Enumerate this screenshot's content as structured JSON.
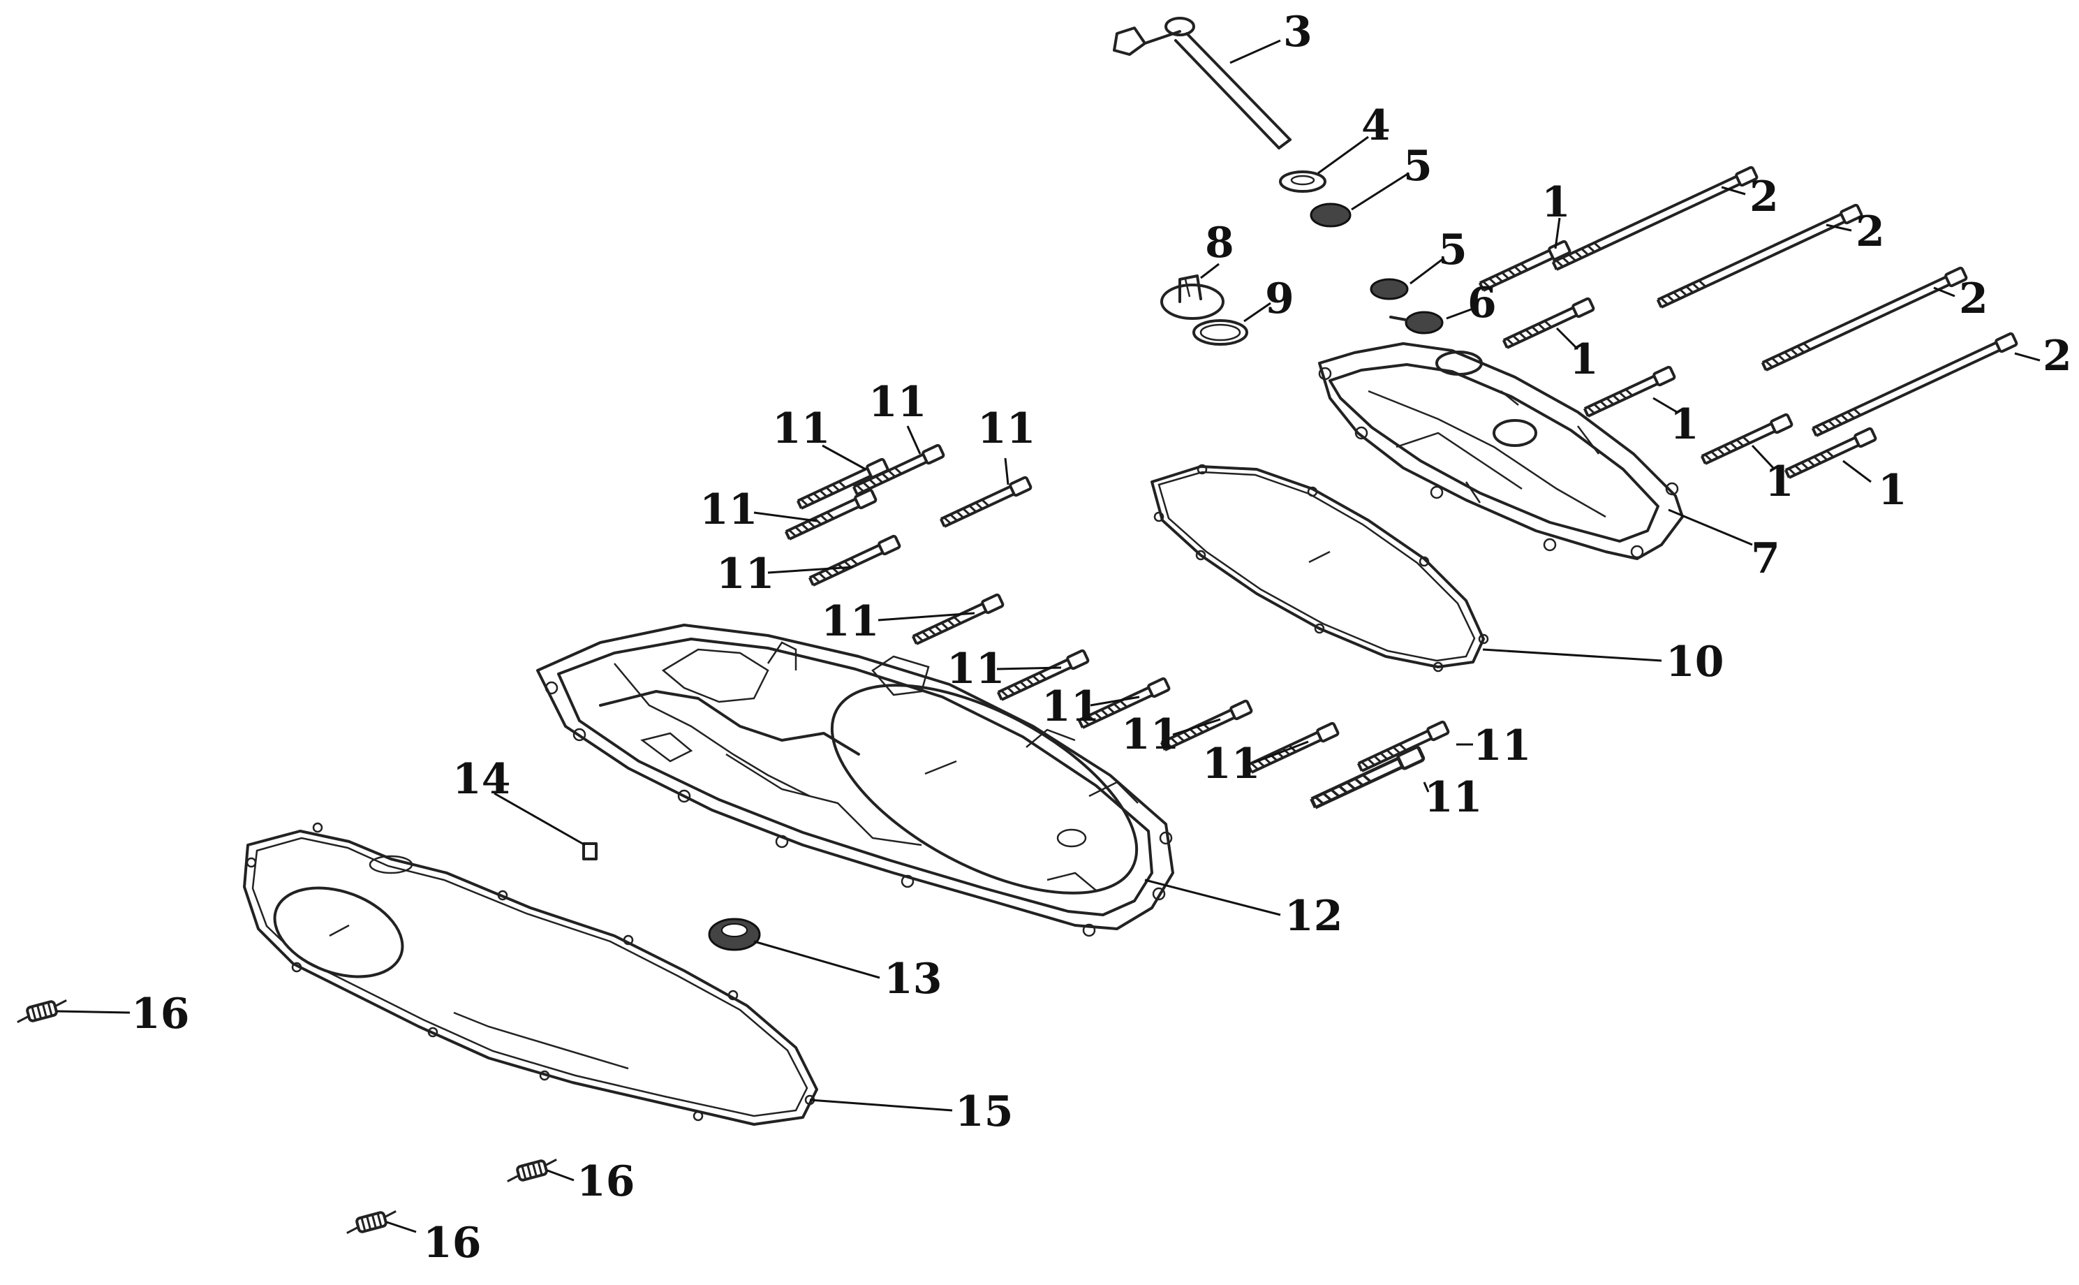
{
  "labels": {
    "l1a": "1",
    "l1b": "1",
    "l1c": "1",
    "l1d": "1",
    "l1e": "1",
    "l2a": "2",
    "l2b": "2",
    "l2c": "2",
    "l2d": "2",
    "l3": "3",
    "l4": "4",
    "l5a": "5",
    "l5b": "5",
    "l6": "6",
    "l7": "7",
    "l8": "8",
    "l9": "9",
    "l10": "10",
    "l11a": "11",
    "l11b": "11",
    "l11c": "11",
    "l11d": "11",
    "l11e": "11",
    "l11f": "11",
    "l11g": "11",
    "l11h": "11",
    "l11i": "11",
    "l11j": "11",
    "l11k": "11",
    "l11l": "11",
    "l12": "12",
    "l13": "13",
    "l14": "14",
    "l15": "15",
    "l16a": "16",
    "l16b": "16",
    "l16c": "16"
  }
}
